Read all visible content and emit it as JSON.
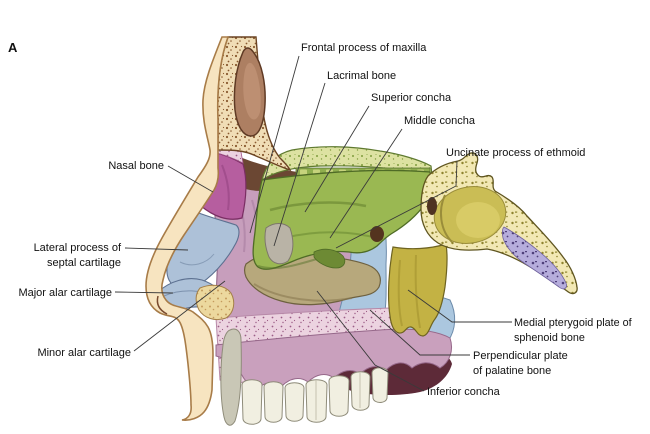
{
  "figure": {
    "panel_letter": "A"
  },
  "labels": {
    "frontal_process": "Frontal process of maxilla",
    "lacrimal": "Lacrimal bone",
    "superior_concha": "Superior concha",
    "middle_concha": "Middle concha",
    "uncinate": "Uncinate process of ethmoid",
    "nasal_bone": "Nasal bone",
    "lateral_process_l1": "Lateral process of",
    "lateral_process_l2": "septal cartilage",
    "major_alar": "Major alar cartilage",
    "minor_alar": "Minor alar cartilage",
    "medial_pterygoid_l1": "Medial pterygoid plate of",
    "medial_pterygoid_l2": "sphenoid bone",
    "perpendicular_l1": "Perpendicular plate",
    "perpendicular_l2": "of palatine bone",
    "inferior_concha": "Inferior concha"
  },
  "colors": {
    "background": "#ffffff",
    "skin": "#f7e4c0",
    "skin_outline": "#a87c48",
    "bone_cream": "#f0ddb6",
    "bone_speck": "#8a5a30",
    "frontal_sinus": "#ad7f62",
    "sinus_inner": "#bd8f72",
    "dark_roof": "#6b4733",
    "nasal_bone": "#b65e9f",
    "pink_speck_bg": "#ecd3e0",
    "pink_speck_dot": "#9b5c86",
    "ethmoid_speck_bg": "#dde2a2",
    "ethmoid_speck_dot": "#7f9c3c",
    "concha_green": "#9ab852",
    "concha_green_dark": "#6d8a34",
    "comb_band": "#8fae4e",
    "comb_bar": "#c6d37c",
    "lacrimal_gray": "#b9b3a6",
    "maxilla_mauve": "#c79ebc",
    "cartilage_blue": "#adc1d8",
    "minor_alar_bg": "#ecd89e",
    "minor_alar_dot": "#c49b5e",
    "inferior_concha_tan": "#b7a87c",
    "palatine_blue": "#abc7df",
    "pterygoid_olive": "#c3b244",
    "sphenoid_cream": "#f2e8b4",
    "sphenoid_speck": "#8f832e",
    "sphenoid_sinus": "#cabd55",
    "lavender_bg": "#b6addc",
    "lavender_dot": "#4e3f7a",
    "maxilla_pink": "#c9a0bd",
    "oral_dark": "#5d2a38",
    "tooth": "#f1efe1",
    "tooth_gray": "#c9c7b6",
    "leader": "#3a3a3a",
    "text": "#111111"
  }
}
